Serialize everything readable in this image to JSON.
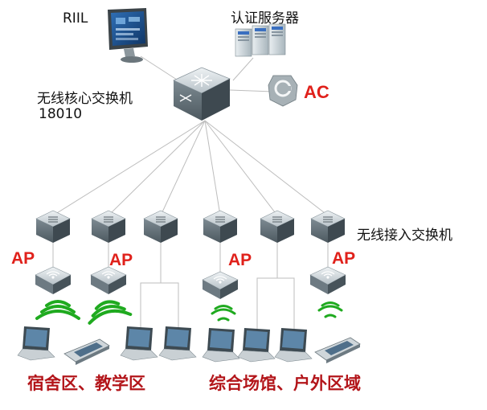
{
  "labels": {
    "riil": "RIIL",
    "auth_server": "认证服务器",
    "core_switch_name": "无线核心交换机",
    "core_switch_model": "18010",
    "ac": "AC",
    "access_switch": "无线接入交换机",
    "ap": "AP",
    "zone_left": "宿舍区、教学区",
    "zone_right": "综合场馆、户外区域"
  },
  "colors": {
    "line": "#bdbdbd",
    "device_dark": "#5c6a73",
    "device_light": "#cfd6da",
    "wifi": "#1faa1f",
    "red_label": "#e0211b",
    "zone_label": "#b3151a"
  }
}
